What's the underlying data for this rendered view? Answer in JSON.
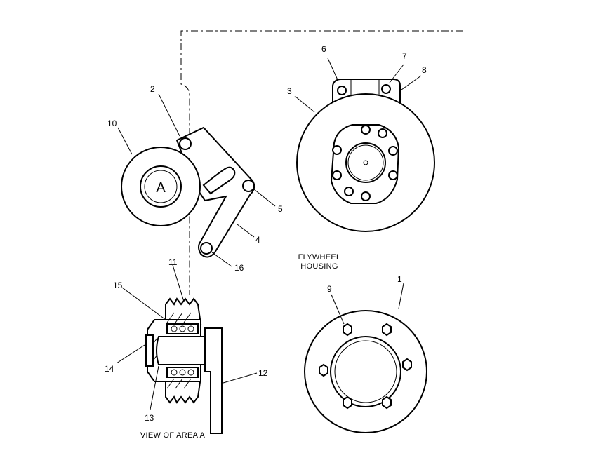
{
  "callouts": {
    "c1": "1",
    "c2": "2",
    "c3": "3",
    "c4": "4",
    "c5": "5",
    "c6": "6",
    "c7": "7",
    "c8": "8",
    "c9": "9",
    "c10": "10",
    "c11": "11",
    "c12": "12",
    "c13": "13",
    "c14": "14",
    "c15": "15",
    "c16": "16"
  },
  "area_marker": "A",
  "flywheel_label": {
    "line1": "FLYWHEEL",
    "line2": "HOUSING"
  },
  "view_caption": "VIEW OF AREA A"
}
